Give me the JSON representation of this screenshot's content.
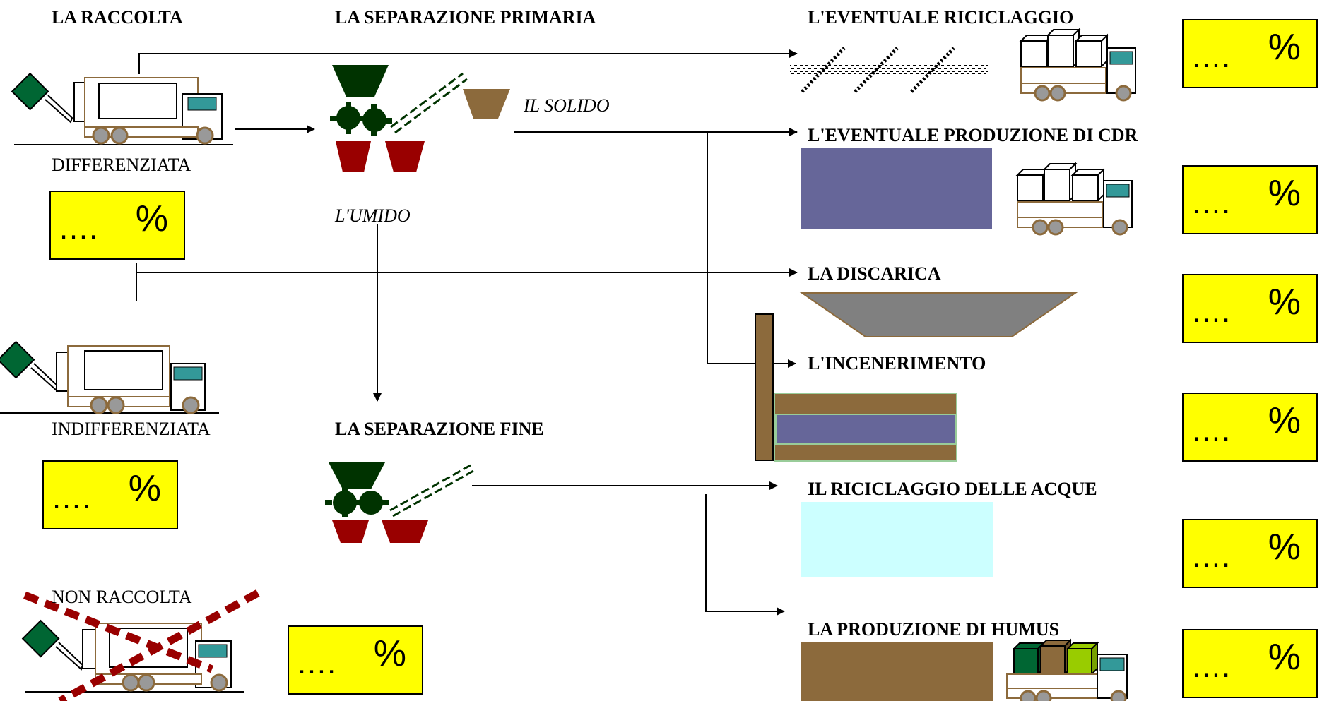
{
  "headers": {
    "raccolta": "LA RACCOLTA",
    "separazione_primaria": "LA SEPARAZIONE PRIMARIA",
    "separazione_fine": "LA SEPARAZIONE FINE",
    "riciclaggio": "L'EVENTUALE RICICLAGGIO",
    "cdr": "L'EVENTUALE PRODUZIONE DI CDR",
    "discarica": "LA DISCARICA",
    "incenerimento": "L'INCENERIMENTO",
    "acque": "IL RICICLAGGIO DELLE ACQUE",
    "humus": "LA PRODUZIONE DI HUMUS"
  },
  "labels": {
    "differenziata": "DIFFERENZIATA",
    "indifferenziata": "INDIFFERENZIATA",
    "non_raccolta": "NON RACCOLTA",
    "solido": "IL SOLIDO",
    "umido": "L'UMIDO"
  },
  "percent_box": {
    "dots": "….",
    "sign": "%"
  },
  "colors": {
    "box_fill": "#ffff00",
    "cdr_block": "#666699",
    "discarica": "#808080",
    "furnace_wall": "#8c6a3c",
    "acque_block": "#ccffff",
    "humus_block": "#8c6a3c",
    "hopper_top": "#003300",
    "hopper_bottom": "#990000",
    "cross_out": "#990000"
  }
}
